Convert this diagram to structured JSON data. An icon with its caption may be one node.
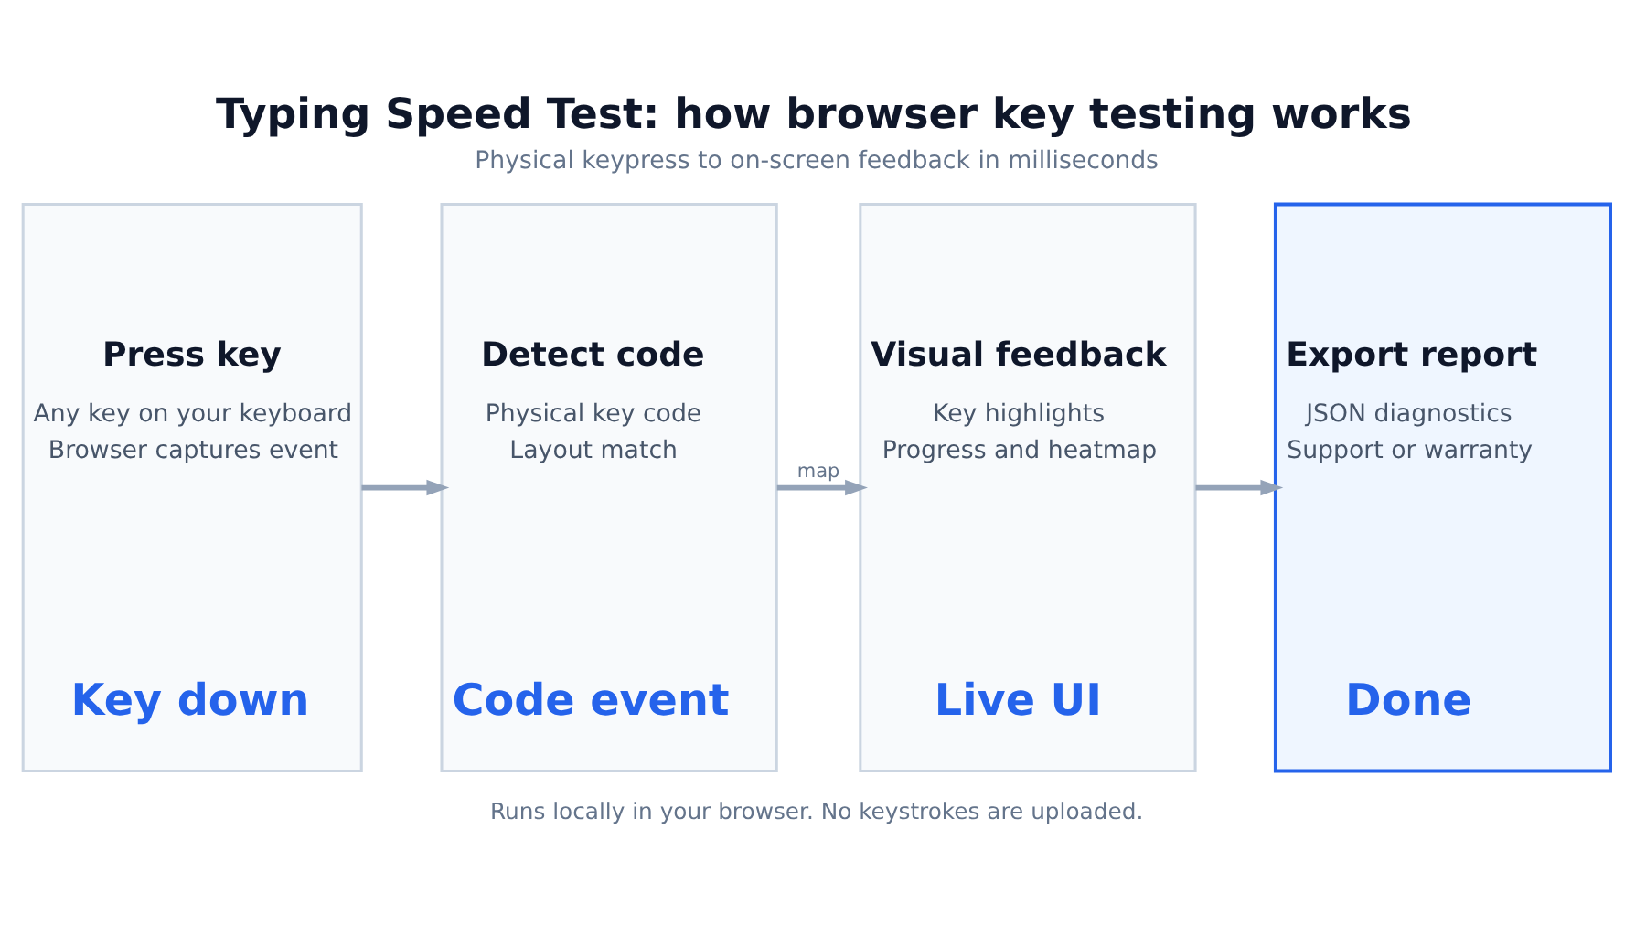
{
  "diagram": {
    "title": "Typing Speed Test: how browser key testing works",
    "caption": "Runs locally in your browser. No keystrokes are uploaded.",
    "nodes": [
      {
        "text": [
          "Press key",
          "Any key on your keyboard",
          "Browser captures event",
          "Key down"
        ]
      },
      {
        "text": [
          "Detect code",
          "Physical key code",
          "Layout match",
          "Code event"
        ]
      },
      {
        "text": [
          "Visual feedback",
          "Key highlights",
          "Progress and heatmap",
          "Live UI"
        ]
      },
      {
        "text": [
          "Export report",
          "JSON diagnostics",
          "Support or warranty",
          "Done"
        ]
      }
    ],
    "edges": [
      {
        "from": 0,
        "to": 1,
        "arrow": "to"
      },
      {
        "from": 1,
        "to": 2,
        "arrow": "to",
        "label": "map"
      },
      {
        "from": 2,
        "to": 3,
        "arrow": "to"
      }
    ],
    "labels": [
      "Physical keypress to on-screen feedback in milliseconds"
    ]
  }
}
